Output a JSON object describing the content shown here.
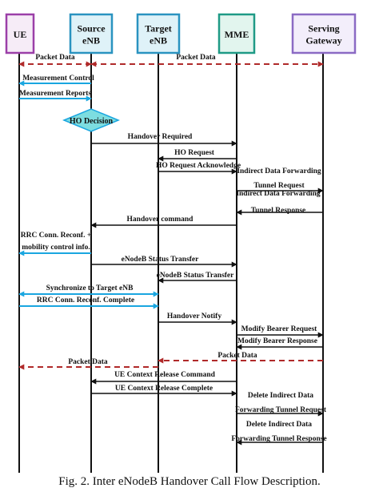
{
  "entities": [
    {
      "id": "ue",
      "label": [
        "UE"
      ],
      "fill": "#f6ecf7",
      "border": "#9b3fa8"
    },
    {
      "id": "src",
      "label": [
        "Source",
        "eNB"
      ],
      "fill": "#dff2f8",
      "border": "#2a93c0"
    },
    {
      "id": "tgt",
      "label": [
        "Target",
        "eNB"
      ],
      "fill": "#dff2f8",
      "border": "#2a93c0"
    },
    {
      "id": "mme",
      "label": [
        "MME"
      ],
      "fill": "#e2f5ee",
      "border": "#1f9a86"
    },
    {
      "id": "sgw",
      "label": [
        "Serving",
        "Gateway"
      ],
      "fill": "#f3eefb",
      "border": "#8b6ac4"
    }
  ],
  "colors": {
    "lifeline": "#111111",
    "message": "#111111",
    "control": "#1aa6e0",
    "data": "#b02a2a",
    "decision_fill": "#7ddde0",
    "decision_border": "#1aa6e0"
  },
  "decision": {
    "label": "HO Decision",
    "on": "src"
  },
  "messages": [
    {
      "from": "src",
      "to": "ue",
      "label": [
        "Packet Data"
      ],
      "style": "data",
      "bidir": true
    },
    {
      "from": "src",
      "to": "sgw",
      "label": [
        "Packet Data"
      ],
      "style": "data",
      "bidir": true
    },
    {
      "from": "src",
      "to": "ue",
      "label": [
        "Measurement Control"
      ],
      "style": "control"
    },
    {
      "from": "ue",
      "to": "src",
      "label": [
        "Measurement Reports"
      ],
      "style": "control"
    },
    {
      "from": "src",
      "to": "mme",
      "label": [
        "Handover Required"
      ],
      "style": "message"
    },
    {
      "from": "mme",
      "to": "tgt",
      "label": [
        "HO Request"
      ],
      "style": "message"
    },
    {
      "from": "tgt",
      "to": "mme",
      "label": [
        "HO Request Acknowledge"
      ],
      "style": "message"
    },
    {
      "from": "mme",
      "to": "sgw",
      "label": [
        "Indirect Data Forwarding",
        "Tunnel Request"
      ],
      "style": "message"
    },
    {
      "from": "sgw",
      "to": "mme",
      "label": [
        "Indirect Data Forwarding",
        "Tunnel Response"
      ],
      "style": "message"
    },
    {
      "from": "mme",
      "to": "src",
      "label": [
        "Handover command"
      ],
      "style": "message"
    },
    {
      "from": "src",
      "to": "ue",
      "label": [
        "RRC Conn. Reconf. +",
        "mobility control info."
      ],
      "style": "control"
    },
    {
      "from": "src",
      "to": "mme",
      "label": [
        "eNodeB Status Transfer"
      ],
      "style": "message"
    },
    {
      "from": "mme",
      "to": "tgt",
      "label": [
        "eNodeB Status Transfer"
      ],
      "style": "message"
    },
    {
      "from": "ue",
      "to": "tgt",
      "label": [
        "Synchronize to Target eNB"
      ],
      "style": "control",
      "bidir": true
    },
    {
      "from": "ue",
      "to": "tgt",
      "label": [
        "RRC Conn. Reconf. Complete"
      ],
      "style": "control"
    },
    {
      "from": "tgt",
      "to": "mme",
      "label": [
        "Handover Notify"
      ],
      "style": "message"
    },
    {
      "from": "mme",
      "to": "sgw",
      "label": [
        "Modify Bearer Request"
      ],
      "style": "message"
    },
    {
      "from": "sgw",
      "to": "mme",
      "label": [
        "Modify Bearer Response"
      ],
      "style": "message"
    },
    {
      "from": "sgw",
      "to": "tgt",
      "label": [
        "Packet Data"
      ],
      "style": "data"
    },
    {
      "from": "tgt",
      "to": "ue",
      "label": [
        "Packet Data"
      ],
      "style": "data"
    },
    {
      "from": "mme",
      "to": "src",
      "label": [
        "UE Context Release Command"
      ],
      "style": "message"
    },
    {
      "from": "src",
      "to": "mme",
      "label": [
        "UE Context Release Complete"
      ],
      "style": "message"
    },
    {
      "from": "mme",
      "to": "sgw",
      "label": [
        "Delete Indirect Data",
        "Forwarding Tunnel Request"
      ],
      "style": "message"
    },
    {
      "from": "sgw",
      "to": "mme",
      "label": [
        "Delete Indirect Data",
        "Forwarding Tunnel Response"
      ],
      "style": "message"
    }
  ],
  "caption": "Fig. 2. Inter eNodeB Handover Call Flow Description."
}
